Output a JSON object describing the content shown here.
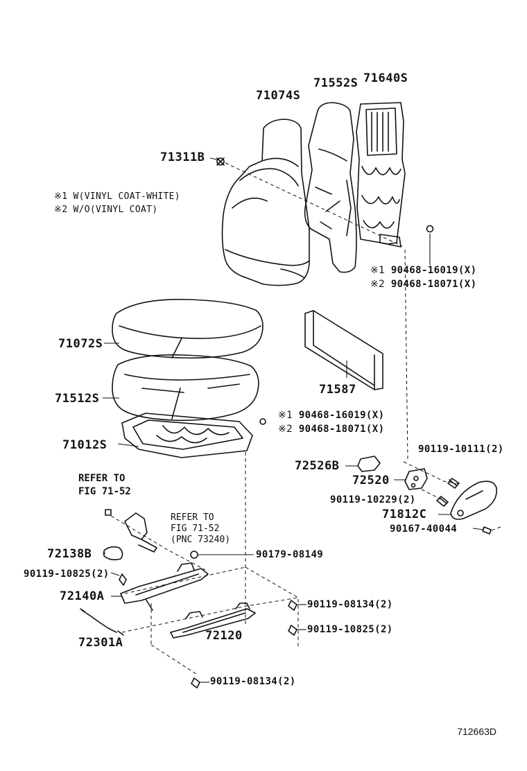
{
  "diagram_id": "712663D",
  "notes": [
    {
      "mark": "※1",
      "text": "W(VINYL COAT-WHITE)"
    },
    {
      "mark": "※2",
      "text": "W/O(VINYL COAT)"
    }
  ],
  "parts": {
    "p71074S": "71074S",
    "p71552S": "71552S",
    "p71640S": "71640S",
    "p71311B": "71311B",
    "p71072S": "71072S",
    "p71587": "71587",
    "p71512S": "71512S",
    "p71012S": "71012S",
    "p72526B": "72526B",
    "p72520": "72520",
    "p71812C": "71812C",
    "p72138B": "72138B",
    "p72140A": "72140A",
    "p72301A": "72301A",
    "p72120": "72120",
    "p90179_08149": "90179-08149",
    "p90119_10111": "90119-10111(2)",
    "p90119_10229": "90119-10229(2)",
    "p90167_40044": "90167-40044",
    "p90119_10825_left": "90119-10825(2)",
    "p90119_08134_right": "90119-08134(2)",
    "p90119_10825_right": "90119-10825(2)",
    "p90119_08134_bottom": "90119-08134(2)"
  },
  "upper_hog_ring": [
    {
      "mark": "※1",
      "part": "90468-16019(X)"
    },
    {
      "mark": "※2",
      "part": "90468-18071(X)"
    }
  ],
  "lower_hog_ring": [
    {
      "mark": "※1",
      "part": "90468-16019(X)"
    },
    {
      "mark": "※2",
      "part": "90468-18071(X)"
    }
  ],
  "refer_left": {
    "line1": "REFER TO",
    "line2": "FIG 71-52"
  },
  "refer_belt": {
    "line1": "REFER TO",
    "line2": "FIG  71-52",
    "line3": "(PNC 73240)"
  }
}
